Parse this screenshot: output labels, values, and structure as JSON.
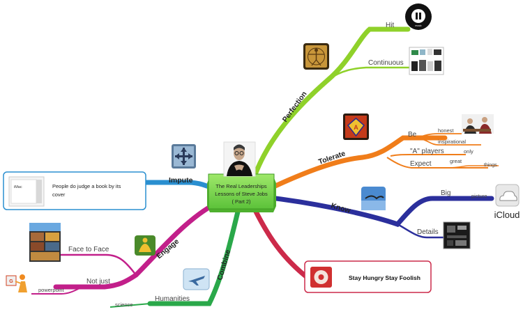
{
  "central": {
    "line1": "The Real Leaderships",
    "line2": "Lessons of Steve Jobs",
    "line3": "( Part 2)"
  },
  "branches": {
    "perfection": {
      "label": "Perfection",
      "color": "#8fd12a",
      "sub": {
        "hit": "Hit",
        "continuous": "Continuous"
      },
      "music_logo": "music"
    },
    "tolerate": {
      "label": "Tolerate",
      "color": "#f07d1a",
      "sub": {
        "be": "Be",
        "honest": "honest",
        "inspirational": "inspirational",
        "a_players": "\"A\" players",
        "only": "only",
        "expect": "Expect",
        "great": "great",
        "things": "things"
      }
    },
    "know": {
      "label": "Know",
      "color": "#2b2f9c",
      "sub": {
        "big": "Big",
        "picture": "picture",
        "details": "Details"
      },
      "icloud": "iCloud"
    },
    "stay": {
      "label": "Stay Hungry Stay Foolish",
      "color": "#cc2a4a"
    },
    "combine": {
      "label": "Combine",
      "color": "#2aa84a",
      "sub": {
        "humanities": "Humanities",
        "science": "science"
      }
    },
    "engage": {
      "label": "Engage",
      "color": "#c21f8a",
      "sub": {
        "face": "Face to Face",
        "notjust": "Not just",
        "powerpoint": "powerpoint"
      }
    },
    "impute": {
      "label": "Impute",
      "color": "#2a8fd0",
      "box": {
        "line1": "People do judge a book by its",
        "line2": "cover"
      },
      "imac": "iMac"
    }
  },
  "icons": [
    "vitruvian-man-icon",
    "superman-icon",
    "bird-icon",
    "ipod-icon",
    "meditating-figure-icon",
    "airplane-icon",
    "crossroads-icon",
    "presenter-icon",
    "photo-collage-icon",
    "thumbnails-icon",
    "people-photo-icon",
    "circuit-board-icon",
    "cloud-icon",
    "steve-jobs-portrait",
    "imac-box-icon"
  ]
}
